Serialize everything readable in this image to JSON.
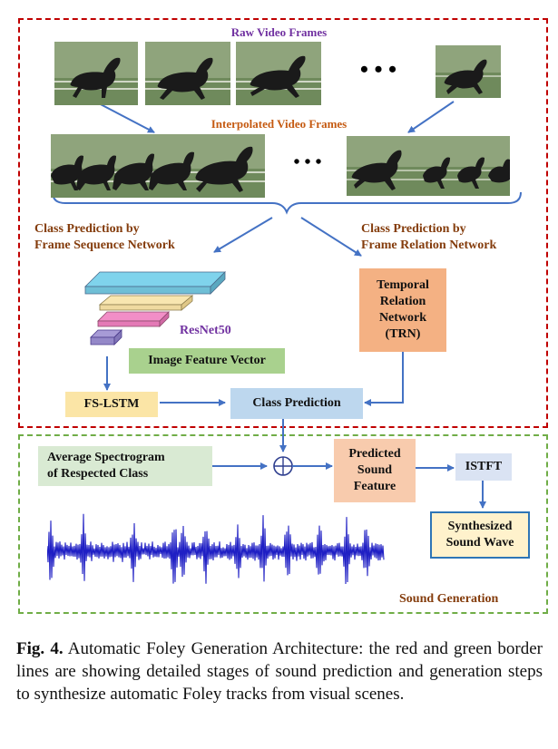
{
  "labels": {
    "raw_frames": "Raw Video Frames",
    "interpolated_frames": "Interpolated Video Frames",
    "class_pred_seq": "Class Prediction by\nFrame Sequence Network",
    "class_pred_rel": "Class Prediction by\nFrame Relation Network",
    "resnet": "ResNet50",
    "image_feature": "Image Feature Vector",
    "trn": "Temporal\nRelation\nNetwork\n(TRN)",
    "fs_lstm": "FS-LSTM",
    "class_prediction": "Class Prediction",
    "avg_spectrogram": "Average Spectrogram\nof Respected Class",
    "predicted_sound": "Predicted\nSound\nFeature",
    "istft": "ISTFT",
    "synth_wave": "Synthesized\nSound Wave",
    "sound_generation": "Sound Generation",
    "ellipsis": "• • •"
  },
  "caption": {
    "fig_label": "Fig. 4.",
    "text": "Automatic Foley Generation Architecture: the red and green border lines are showing detailed stages of sound prediction and generation steps to synthesize automatic Foley tracks from visual scenes."
  },
  "colors": {
    "red_border": "#c00000",
    "green_border": "#70ad47",
    "arrow": "#4472c4",
    "layer_cyan": "#7fd3ec",
    "layer_yellow": "#f8e6b0",
    "layer_pink": "#f28ec7",
    "layer_purple": "#a79bd6",
    "feature_vector_bg": "#a9d18e",
    "fs_lstm_bg": "#fbe5a6",
    "class_pred_bg": "#bdd7ee",
    "trn_bg": "#f4b183",
    "spectrogram_bg": "#d9ead3",
    "predicted_bg": "#f8cbad",
    "istft_bg": "#dae3f3",
    "synth_bg": "#fff2cc",
    "synth_border": "#2e75b6",
    "waveform": "#1f1fc4"
  }
}
